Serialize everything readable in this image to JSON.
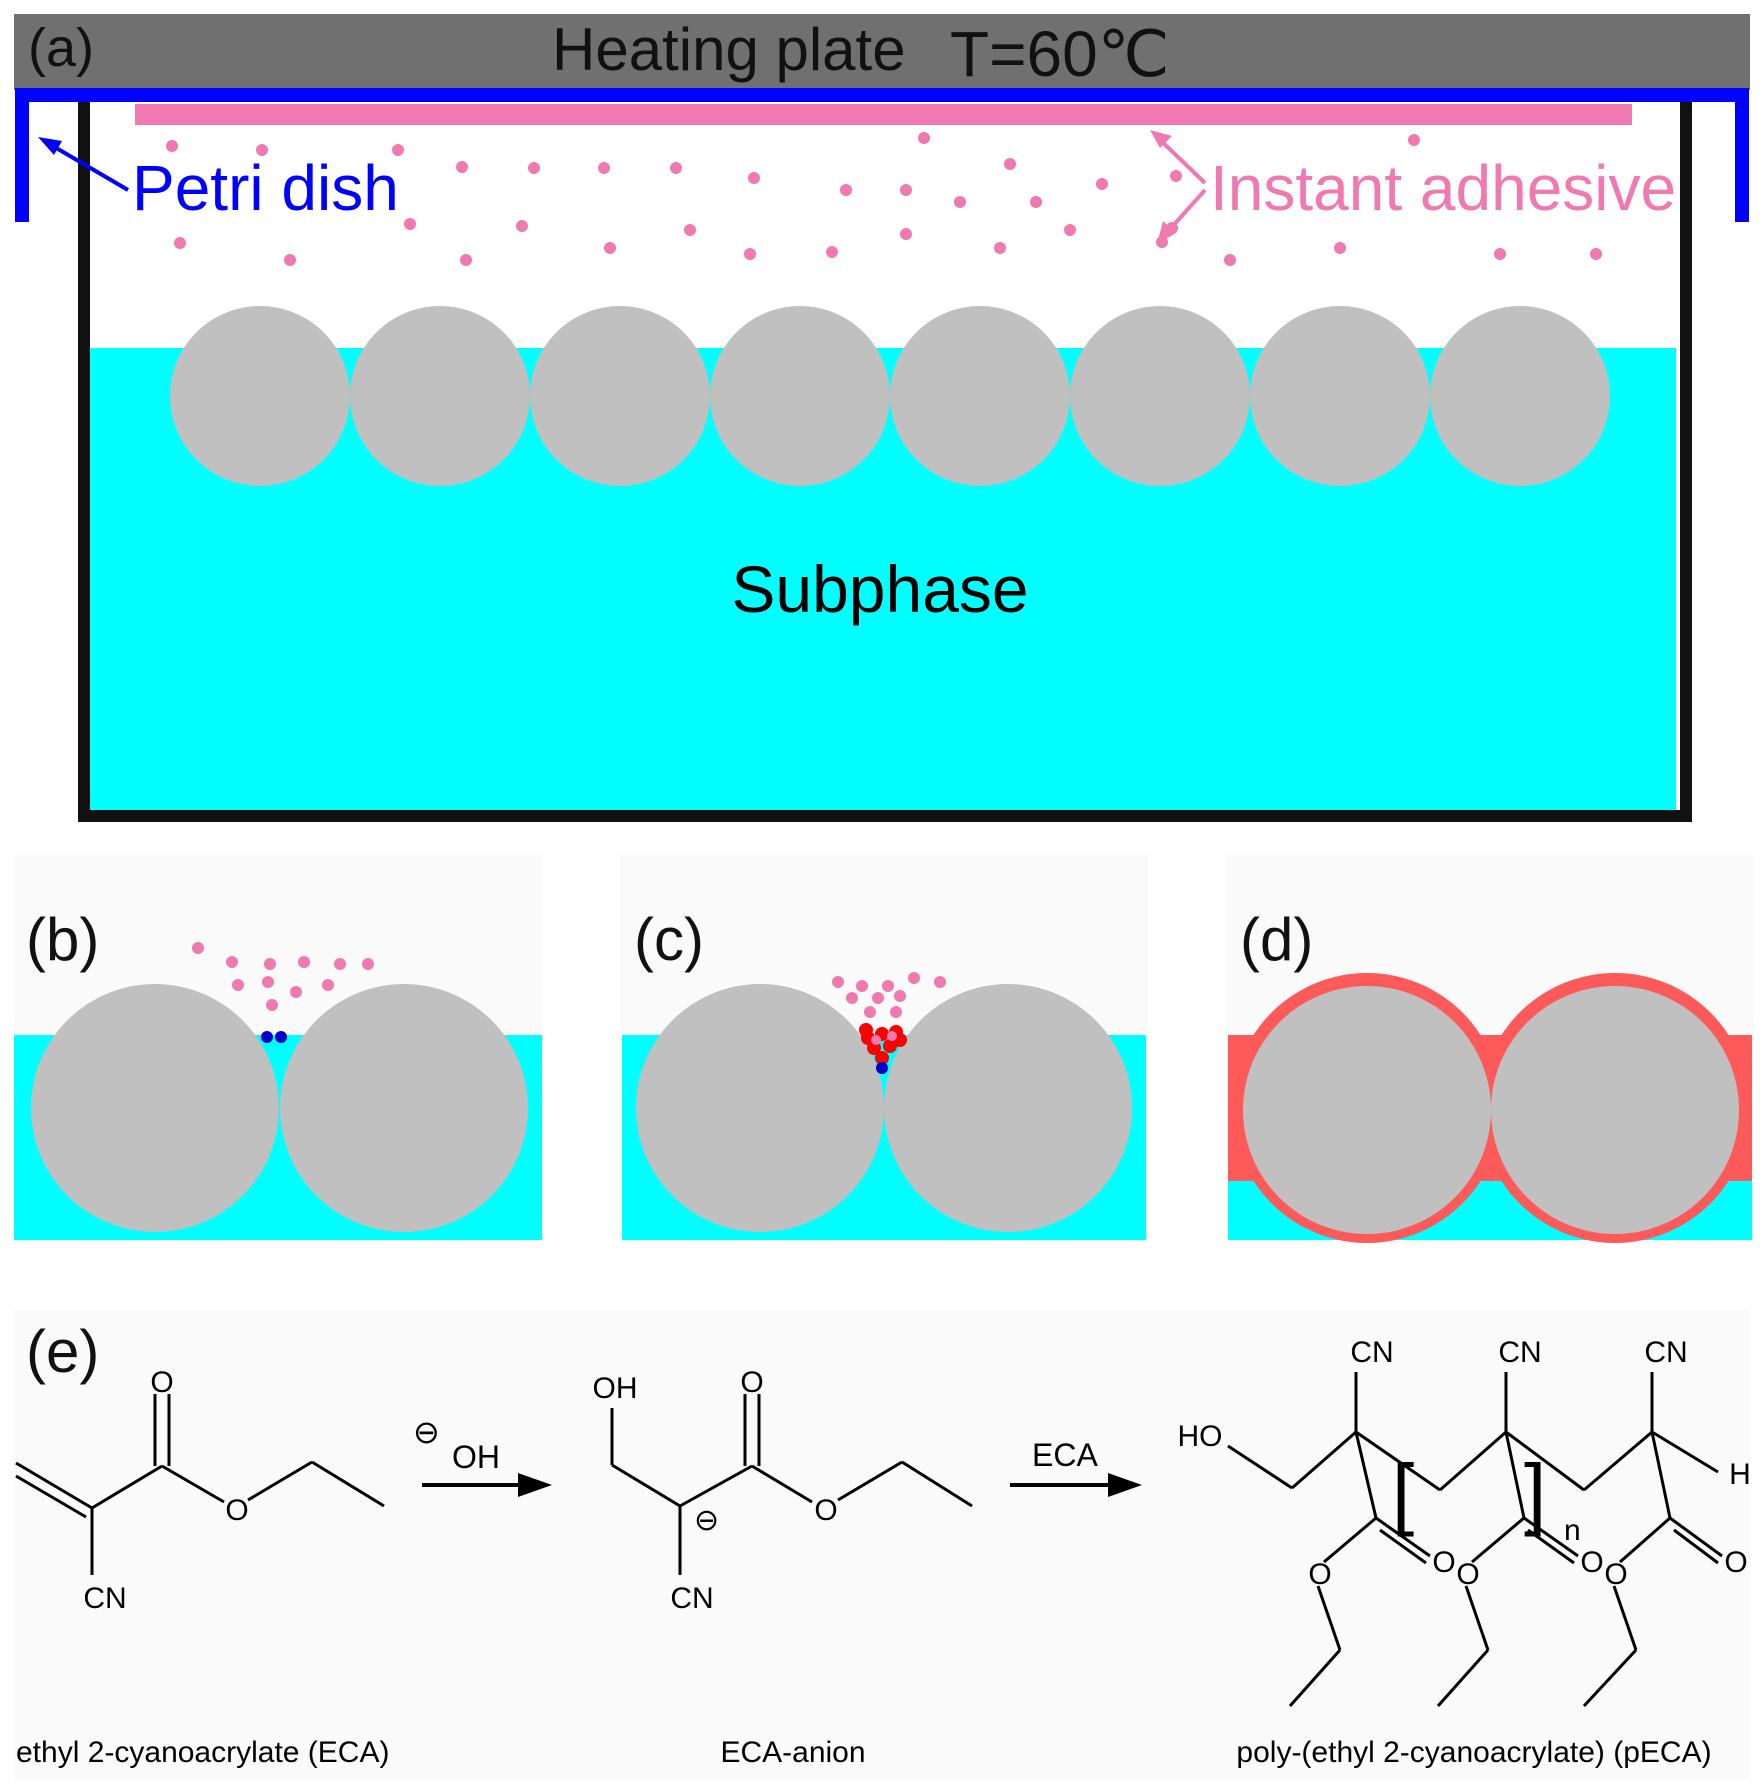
{
  "colors": {
    "heating_plate": "#707070",
    "petri_dish": "#0000ff",
    "adhesive": "#f07ab0",
    "subphase": "#00ffff",
    "particle": "#c0c0c0",
    "polymer_coat": "#ff5a5a",
    "anion_red": "#ff0000",
    "hydroxide_blue": "#0000cc",
    "container_wall": "#111111",
    "panel_bg": "#fafafa"
  },
  "panel_a": {
    "label": "(a)",
    "heating_plate_label": "Heating plate",
    "temperature_label": "T=60℃",
    "petri_dish_label": "Petri dish",
    "adhesive_label": "Instant adhesive",
    "subphase_label": "Subphase",
    "particle_count": 8
  },
  "panel_b": {
    "label": "(b)"
  },
  "panel_c": {
    "label": "(c)"
  },
  "panel_d": {
    "label": "(d)"
  },
  "panel_e": {
    "label": "(e)",
    "eca_name": "ethyl 2-cyanoacrylate (ECA)",
    "anion_name": "ECA-anion",
    "polymer_name": "poly-(ethyl 2-cyanoacrylate) (pECA)",
    "reagent_1_charge": "⊖",
    "reagent_1": "OH",
    "reagent_2": "ECA",
    "atom_O": "O",
    "atom_CN": "CN",
    "atom_OH": "OH",
    "atom_HO": "HO",
    "atom_H": "H",
    "anion_charge": "⊖",
    "repeat_n": "n",
    "bracket_left": "[",
    "bracket_right": "]"
  }
}
